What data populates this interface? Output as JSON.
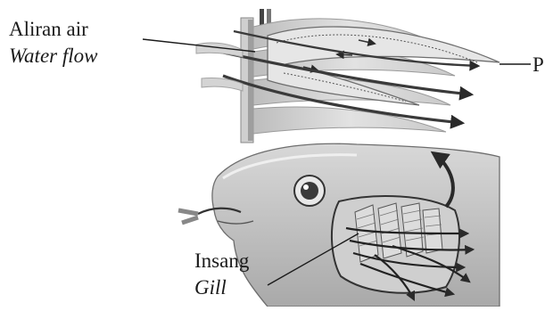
{
  "labels": {
    "water_flow_malay": "Aliran air",
    "water_flow_english": "Water flow",
    "pointer_p": "P",
    "gill_malay": "Insang",
    "gill_english": "Gill"
  }
}
